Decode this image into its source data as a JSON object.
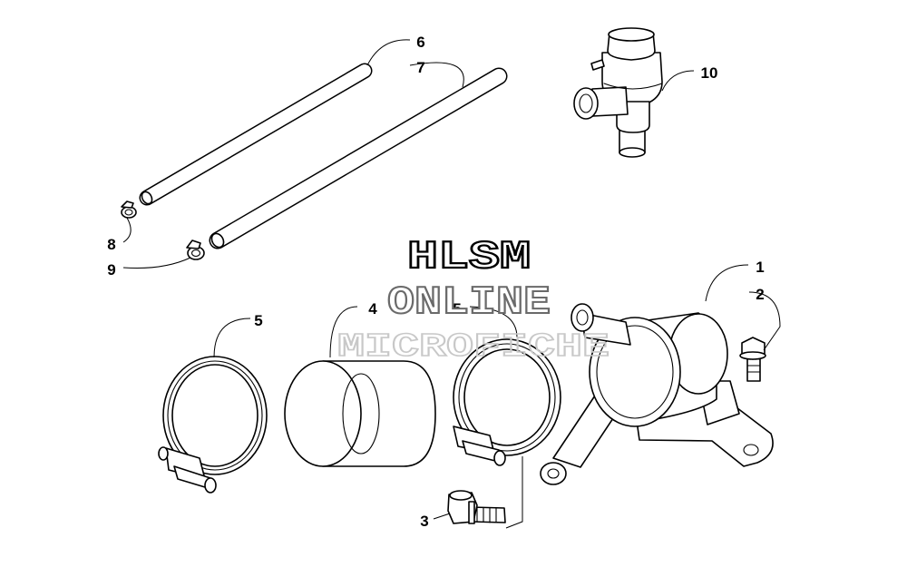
{
  "labels": {
    "l1": "1",
    "l2": "2",
    "l3": "3",
    "l4": "4",
    "l5a": "5",
    "l5b": "5",
    "l6": "6",
    "l7": "7",
    "l8": "8",
    "l9": "9",
    "l10": "10"
  },
  "watermark": {
    "line1": "HLSM",
    "line2": "ONLINE",
    "line3": "MICROFICHE"
  }
}
